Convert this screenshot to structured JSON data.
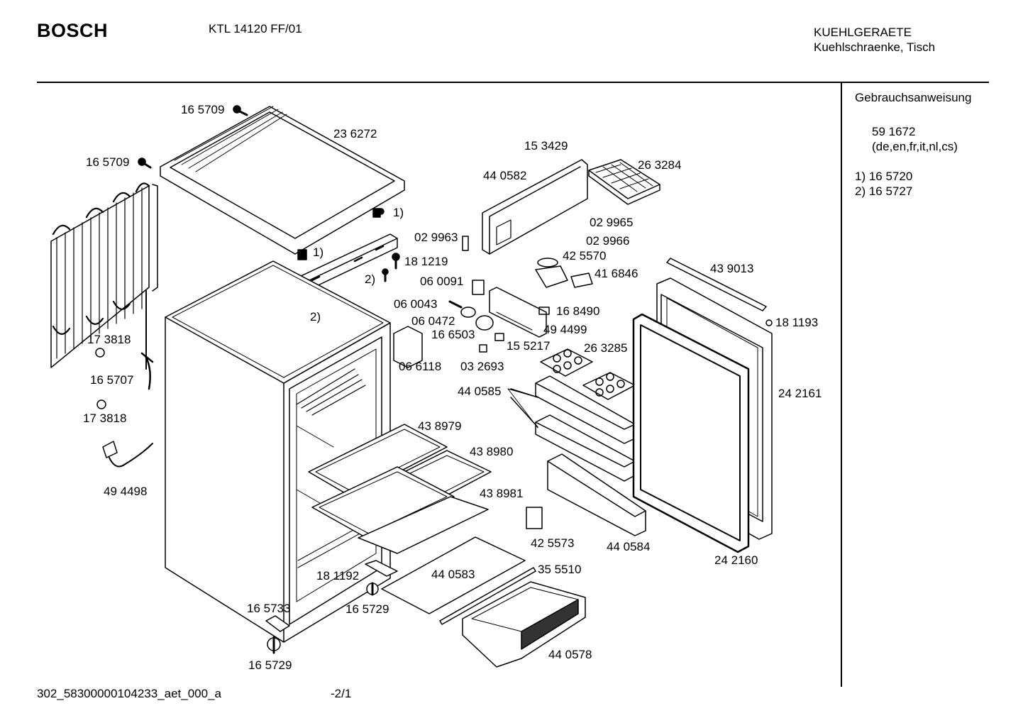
{
  "header": {
    "brand": "BOSCH",
    "model": "KTL 14120 FF/01",
    "category_line1": "KUEHLGERAETE",
    "category_line2": "Kuehlschraenke, Tisch"
  },
  "sidebar": {
    "title": "Gebrauchsanweisung",
    "manual_number": "59 1672",
    "manual_languages": "(de,en,fr,it,nl,cs)",
    "notes": [
      "1) 16 5720",
      "2) 16 5727"
    ]
  },
  "footer": {
    "doc_id": "302_58300000104233_aet_000_a",
    "page": "-2/1"
  },
  "parts": {
    "p165709a": "16 5709",
    "p236272": "23 6272",
    "p165709b": "16 5709",
    "note1a": "1)",
    "note1b": "1)",
    "p029963": "02 9963",
    "p181219": "18 1219",
    "note2a": "2)",
    "note2b": "2)",
    "p060091": "06 0091",
    "p060043": "06 0043",
    "p060472": "06 0472",
    "p166503": "16 6503",
    "p155217": "15 5217",
    "p066118": "06 6118",
    "p032693": "03 2693",
    "p153429": "15 3429",
    "p440582": "44 0582",
    "p263284": "26 3284",
    "p029965": "02 9965",
    "p029966": "02 9966",
    "p425570": "42 5570",
    "p416846": "41 6846",
    "p168490": "16 8490",
    "p494499": "49 4499",
    "p263285": "26 3285",
    "p440585": "44 0585",
    "p439013": "43 9013",
    "p181193": "18 1193",
    "p242161": "24 2161",
    "p173818a": "17 3818",
    "p165707": "16 5707",
    "p173818b": "17 3818",
    "p494498": "49 4498",
    "p438979": "43 8979",
    "p438980": "43 8980",
    "p438981": "43 8981",
    "p425573": "42 5573",
    "p440584": "44 0584",
    "p242160": "24 2160",
    "p181192": "18 1192",
    "p440583": "44 0583",
    "p355510": "35 5510",
    "p165733": "16 5733",
    "p165729a": "16 5729",
    "p165729b": "16 5729",
    "p440578": "44 0578"
  }
}
